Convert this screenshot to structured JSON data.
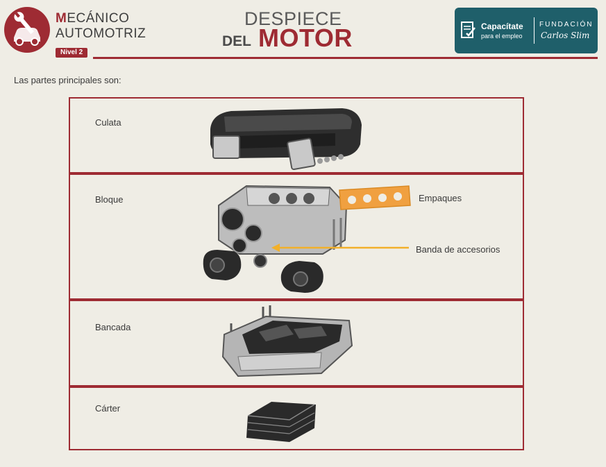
{
  "header": {
    "brand_first_letter": "M",
    "brand_rest": "ECÁNICO",
    "brand_line2": "AUTOMOTRIZ",
    "level_badge": "Nivel 2",
    "title_top": "DESPIECE",
    "title_small": "DEL",
    "title_big": "MOTOR",
    "partner": {
      "name": "Capacítate",
      "subtitle": "para el empleo",
      "foundation": "FUNDACIÓN",
      "signature": "Carlos Slim"
    }
  },
  "intro_text": "Las partes principales son:",
  "panels": [
    {
      "label": "Culata"
    },
    {
      "label": "Bloque"
    },
    {
      "label": "Bancada"
    },
    {
      "label": "Cárter"
    }
  ],
  "callouts": {
    "gaskets": "Empaques",
    "accessory_belt": "Banda de accesorios"
  },
  "colors": {
    "brand_red": "#9e2b33",
    "partner_teal": "#1f5f6a",
    "gasket_orange": "#f0a040",
    "arrow_orange": "#f2b02a",
    "background": "#efede5"
  },
  "icons": {
    "logo": "wrench-car-icon",
    "partner": "certificate-icon"
  }
}
